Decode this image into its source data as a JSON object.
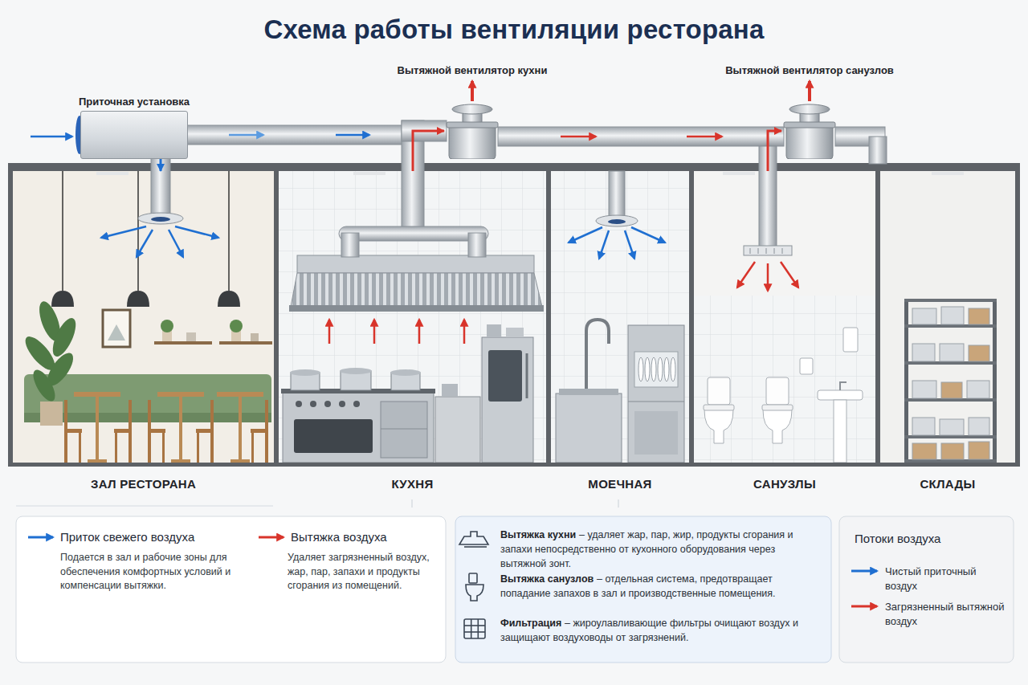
{
  "diagram": {
    "title": "Схема работы вентиляции ресторана",
    "nodes": [
      {
        "text": [
          "Приточная установка"
        ]
      },
      {
        "text": [
          "Вытяжной вентилятор кухни"
        ]
      },
      {
        "text": [
          "Вытяжной вентилятор санузлов"
        ]
      },
      {
        "text": [
          "ЗАЛ РЕСТОРАНА"
        ]
      },
      {
        "text": [
          "КУХНЯ"
        ]
      },
      {
        "text": [
          "МОЕЧНАЯ"
        ]
      },
      {
        "text": [
          "САНУЗЛЫ"
        ]
      },
      {
        "text": [
          "СКЛАДЫ"
        ]
      },
      {
        "text": [
          "Приток свежего воздуха",
          "Подается в зал и рабочие зоны для обеспечения комфортных условий и компенсации вытяжки.",
          "Вытяжка воздуха",
          "Удаляет загрязненный воздух, жар, пар, запахи и продукты сгорания из помещений."
        ]
      },
      {
        "text": [
          "Вытяжка кухни",
          "– удаляет жар, пар, жир, продукты сгорания и запахи непосредственно от кухонного оборудования через вытяжной зонт.",
          "Вытяжка санузлов",
          "– отдельная система, предотвращает попадание запахов в зал и производственные помещения.",
          "Фильтрация",
          "– жироулавливающие фильтры очищают воздух и защищают воздуховоды от загрязнений."
        ]
      },
      {
        "text": [
          "Потоки воздуха"
        ]
      }
    ],
    "edges": [
      {
        "from": 0,
        "to": 3,
        "arrow": "to"
      },
      {
        "from": 4,
        "to": 1,
        "arrow": "to"
      },
      {
        "from": 6,
        "to": 2,
        "arrow": "to"
      }
    ],
    "legend": [
      {
        "text": "Чистый приточный воздух"
      },
      {
        "text": "Загрязненный вытяжной воздух"
      }
    ]
  }
}
